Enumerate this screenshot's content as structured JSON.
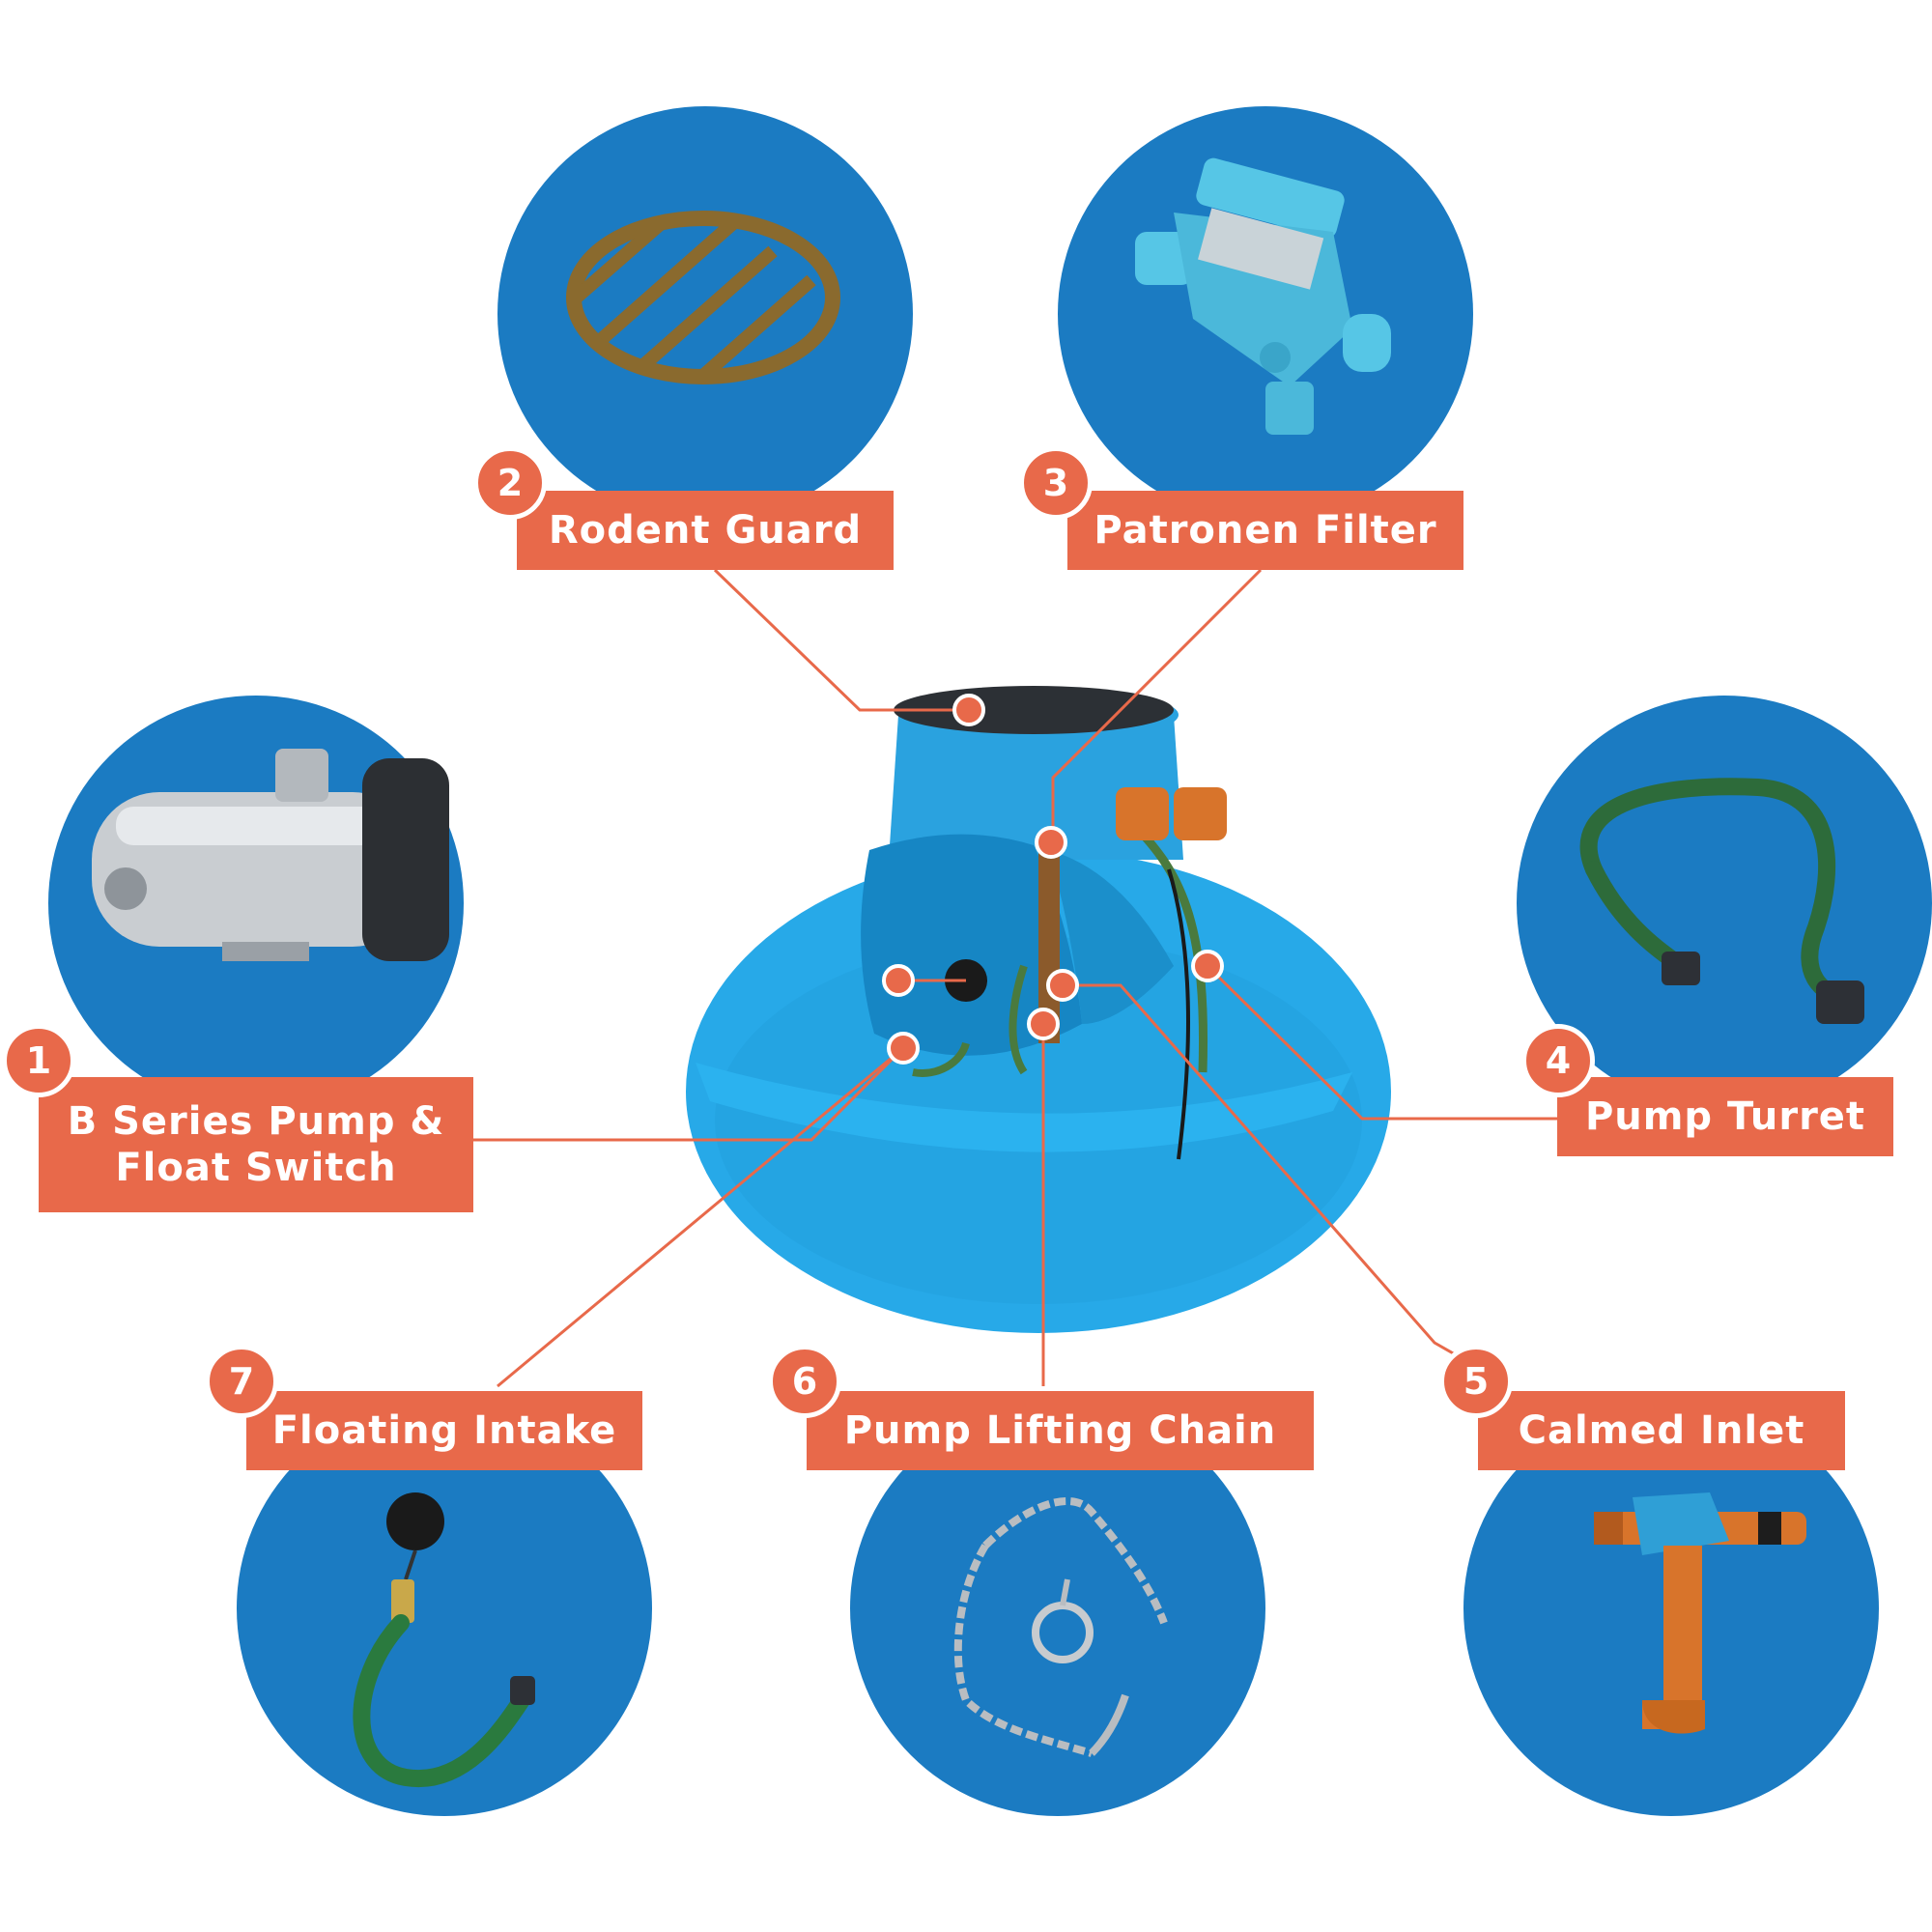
{
  "colors": {
    "circle_blue": "#1b7bc2",
    "tank_blue": "#27a9e8",
    "accent_orange": "#e8694a",
    "leader_line": "#e8694a",
    "background": "#ffffff"
  },
  "components": [
    {
      "number": "1",
      "label": "B Series Pump &\nFloat Switch",
      "icon": "stainless-pump-icon"
    },
    {
      "number": "2",
      "label": "Rodent Guard",
      "icon": "rodent-guard-grate-icon"
    },
    {
      "number": "3",
      "label": "Patronen Filter",
      "icon": "pipe-filter-icon"
    },
    {
      "number": "4",
      "label": "Pump Turret",
      "icon": "coiled-hose-icon"
    },
    {
      "number": "5",
      "label": "Calmed Inlet",
      "icon": "calmed-inlet-pipe-icon"
    },
    {
      "number": "6",
      "label": "Pump Lifting Chain",
      "icon": "lifting-chain-icon"
    },
    {
      "number": "7",
      "label": "Floating Intake",
      "icon": "floating-intake-icon"
    }
  ],
  "center_image": {
    "icon": "rainwater-tank-icon"
  }
}
